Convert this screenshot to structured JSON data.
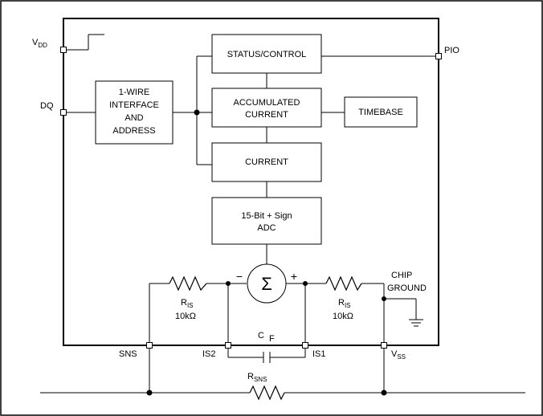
{
  "pins": {
    "vdd": {
      "main": "V",
      "sub": "DD"
    },
    "dq": "DQ",
    "pio": "PIO",
    "sns": "SNS",
    "is2": "IS2",
    "is1": "IS1",
    "vss": {
      "main": "V",
      "sub": "SS"
    }
  },
  "blocks": {
    "wire_interface": [
      "1-WIRE",
      "INTERFACE",
      "AND",
      "ADDRESS"
    ],
    "status_control": "STATUS/CONTROL",
    "accumulated_current": [
      "ACCUMULATED",
      "CURRENT"
    ],
    "timebase": "TIMEBASE",
    "current": "CURRENT",
    "adc": [
      "15-Bit + Sign",
      "ADC"
    ]
  },
  "components": {
    "summer_symbol": "Σ",
    "minus": "−",
    "plus": "+",
    "ris_left": {
      "main": "R",
      "sub": "IS",
      "value": "10kΩ"
    },
    "ris_right": {
      "main": "R",
      "sub": "IS",
      "value": "10kΩ"
    },
    "cf": {
      "main": "C",
      "sub": "F"
    },
    "rsns": {
      "main": "R",
      "sub": "SNS"
    },
    "chip_ground": [
      "CHIP",
      "GROUND"
    ]
  }
}
